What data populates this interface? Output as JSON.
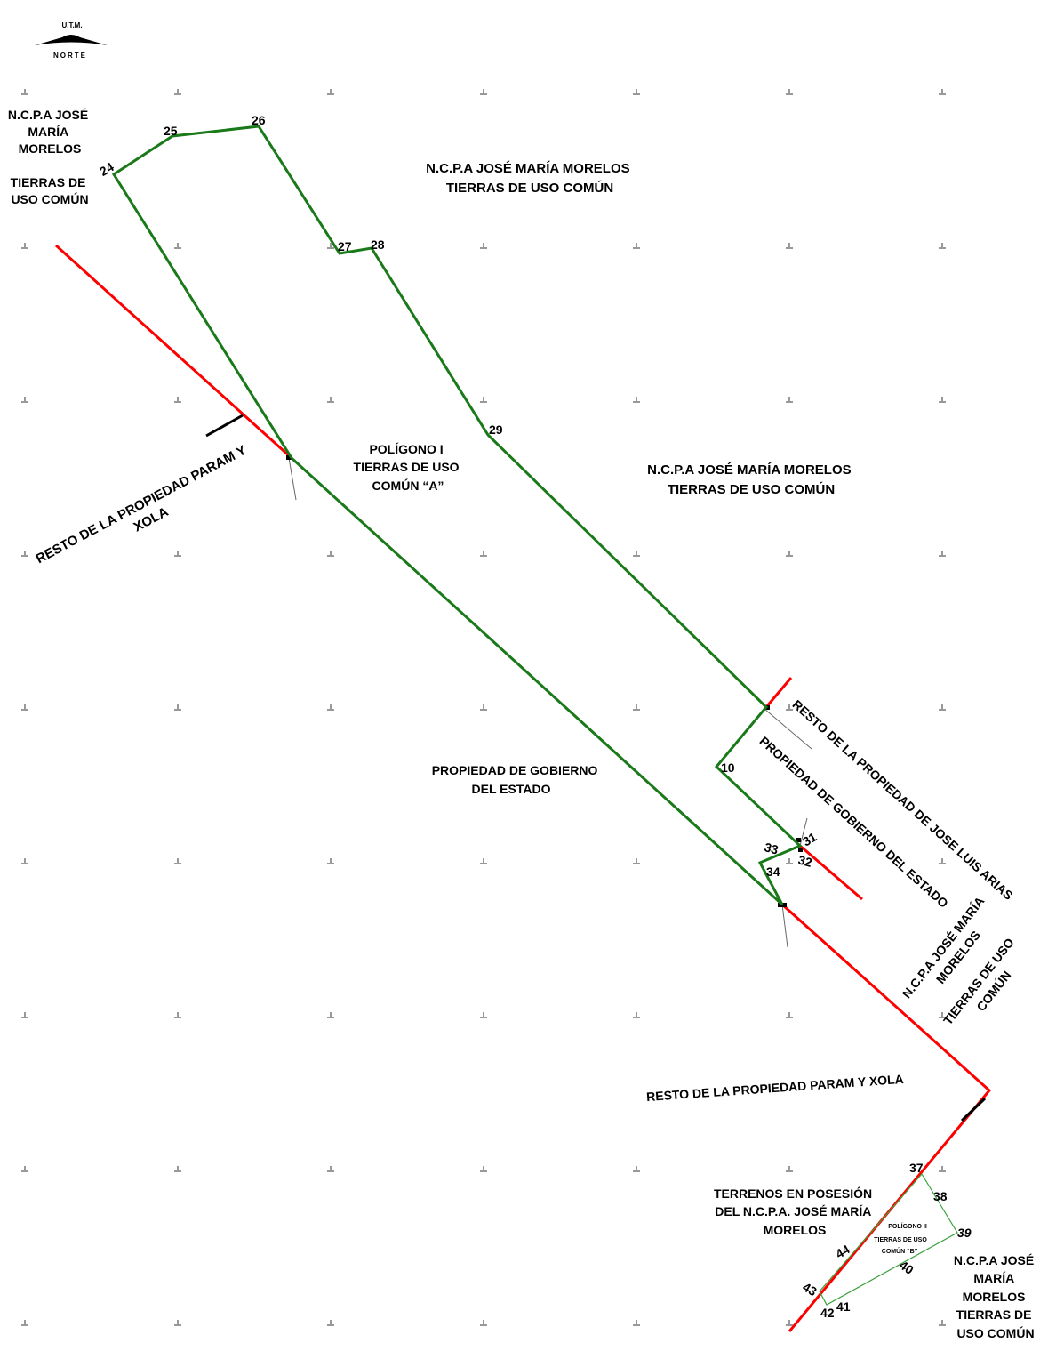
{
  "north_arrow": {
    "top": "U.T.M.",
    "bottom": "NORTE"
  },
  "colors": {
    "polygon": "#1a7a1a",
    "boundary": "#ff0000",
    "ticks": "#000000",
    "grid": "#999999"
  },
  "vertices": {
    "v24": "24",
    "v25": "25",
    "v26": "26",
    "v27": "27",
    "v28": "28",
    "v29": "29",
    "v10": "10",
    "v31": "31",
    "v32": "32",
    "v33": "33",
    "v34": "34",
    "v37": "37",
    "v38": "38",
    "v39": "39",
    "v40": "40",
    "v41": "41",
    "v42": "42",
    "v43": "43",
    "v44": "44"
  },
  "labels": {
    "nw_owner": [
      "N.C.P.A JOSÉ",
      "MARÍA",
      "MORELOS"
    ],
    "nw_use": [
      "TIERRAS DE",
      "USO COMÚN"
    ],
    "north_owner": [
      "N.C.P.A JOSÉ MARÍA MORELOS",
      "TIERRAS DE USO COMÚN"
    ],
    "polygon_i": [
      "POLÍGONO I",
      "TIERRAS DE USO",
      "COMÚN “A”"
    ],
    "east_owner": [
      "N.C.P.A JOSÉ MARÍA MORELOS",
      "TIERRAS DE USO COMÚN"
    ],
    "west_rest": [
      "RESTO DE LA PROPIEDAD PARAM Y",
      "XOLA"
    ],
    "gov_property": [
      "PROPIEDAD DE GOBIERNO",
      "DEL ESTADO"
    ],
    "rest_jose_luis": "RESTO DE LA PROPIEDAD DE JOSE LUIS ARIAS",
    "gov_property_diag": "PROPIEDAD DE GOBIERNO DEL ESTADO",
    "se_owner_diag": [
      "N.C.P.A JOSÉ MARÍA",
      "MORELOS"
    ],
    "se_use_diag": [
      "TIERRAS DE USO",
      "COMÚN"
    ],
    "south_rest": "RESTO DE LA PROPIEDAD PARAM Y XOLA",
    "possession": [
      "TERRENOS EN POSESIÓN",
      "DEL N.C.P.A. JOSÉ MARÍA",
      "MORELOS"
    ],
    "polygon_ii": [
      "POLÍGONO II",
      "TIERRAS DE USO",
      "COMÚN “B”"
    ],
    "se_corner": [
      "N.C.P.A JOSÉ",
      "MARÍA",
      "MORELOS",
      "TIERRAS DE",
      "USO COMÚN"
    ]
  }
}
